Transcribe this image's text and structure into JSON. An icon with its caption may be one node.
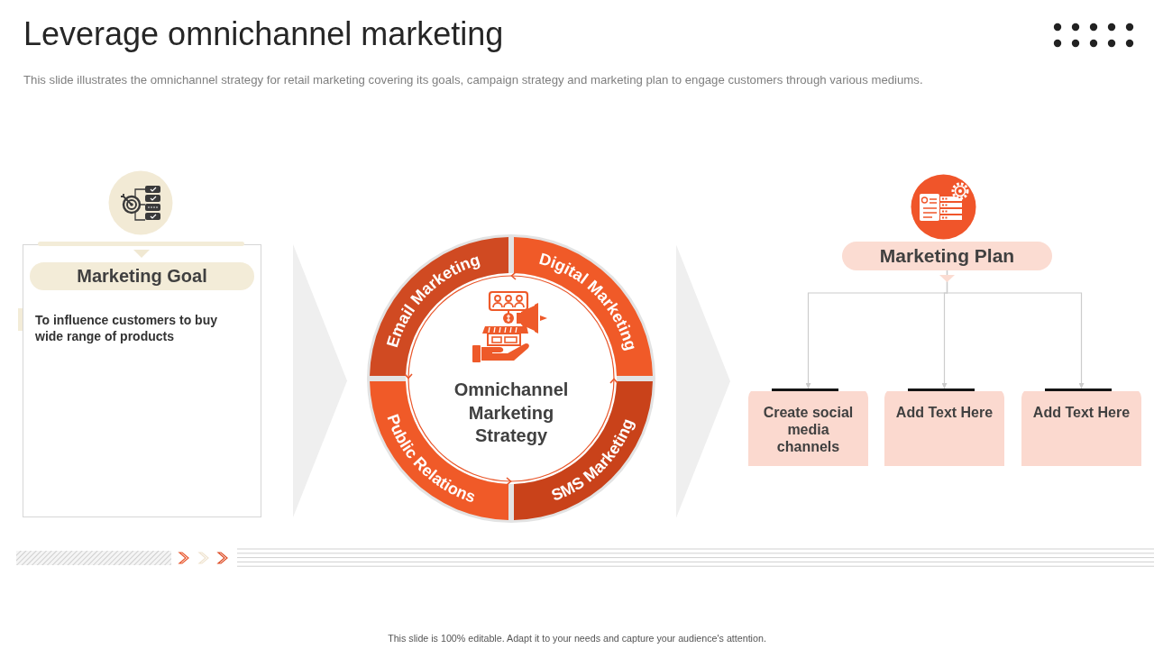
{
  "diagram": {
    "title": "Leverage omnichannel marketing",
    "caption": "This slide illustrates the omnichannel strategy for retail marketing covering its goals, campaign strategy and marketing plan to engage customers through various mediums.",
    "nodes": [
      {
        "text": [
          "To influence customers to buy wide range of products"
        ]
      },
      {
        "text": [
          "Marketing Goal"
        ],
        "in": 0
      },
      {
        "text": [],
        "shape": "circle"
      },
      {
        "text": [
          "Email Marketing"
        ],
        "in": 2
      },
      {
        "text": [
          "Digital Marketing"
        ],
        "in": 2
      },
      {
        "text": [
          "Omnichannel Marketing Strategy"
        ],
        "in": 2
      },
      {
        "text": [
          "Public Relations"
        ],
        "in": 2
      },
      {
        "text": [
          "SMS Marketing"
        ],
        "in": 2
      },
      {
        "text": [
          "Marketing Plan"
        ]
      },
      {
        "text": [
          "Create social media channels"
        ]
      },
      {
        "text": [
          "Add Text Here"
        ]
      },
      {
        "text": [
          "Add Text Here"
        ]
      }
    ],
    "edges": [
      {
        "from": 0,
        "to": 2,
        "arrow": "to",
        "style": "thick",
        "color": "#efefef"
      },
      {
        "from": 4,
        "to": 3,
        "arrow": "to"
      },
      {
        "from": 3,
        "to": 6,
        "arrow": "to"
      },
      {
        "from": 6,
        "to": 7,
        "arrow": "to"
      },
      {
        "from": 7,
        "to": 4,
        "arrow": "to"
      },
      {
        "from": 2,
        "to": 9,
        "arrow": "to",
        "style": "thick",
        "color": "#efefef"
      },
      {
        "from": 8,
        "to": 9,
        "arrow": "to",
        "color": "#cccccc"
      },
      {
        "from": 8,
        "to": 10,
        "arrow": "to",
        "color": "#cccccc"
      },
      {
        "from": 8,
        "to": 11,
        "arrow": "to",
        "color": "#cccccc"
      }
    ],
    "labels": [
      "This slide is 100% editable. Adapt it to your needs and capture your audience's attention."
    ]
  }
}
